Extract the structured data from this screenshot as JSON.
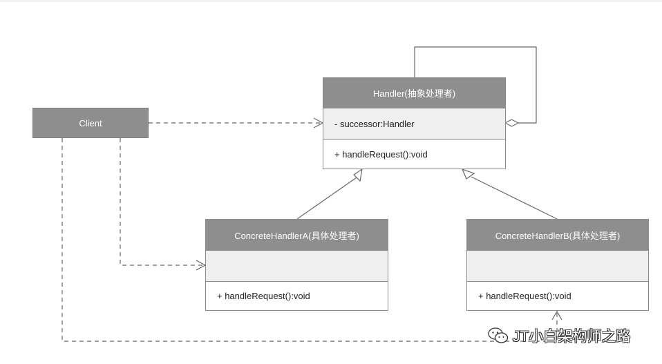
{
  "client": {
    "label": "Client"
  },
  "handler": {
    "title": "Handler(抽象处理者)",
    "attribute": "- successor:Handler",
    "method": "+ handleRequest():void"
  },
  "concrete_a": {
    "title": "ConcreteHandlerA(具体处理者)",
    "attribute": "",
    "method": "+ handleRequest():void"
  },
  "concrete_b": {
    "title": "ConcreteHandlerB(具体处理者)",
    "attribute": "",
    "method": "+ handleRequest():void"
  },
  "watermark": {
    "text": "JT小白架构师之路",
    "icon": "wechat-icon"
  },
  "colors": {
    "header_fill": "#8e8e8e",
    "attribute_fill": "#efefef",
    "line": "#666666"
  }
}
